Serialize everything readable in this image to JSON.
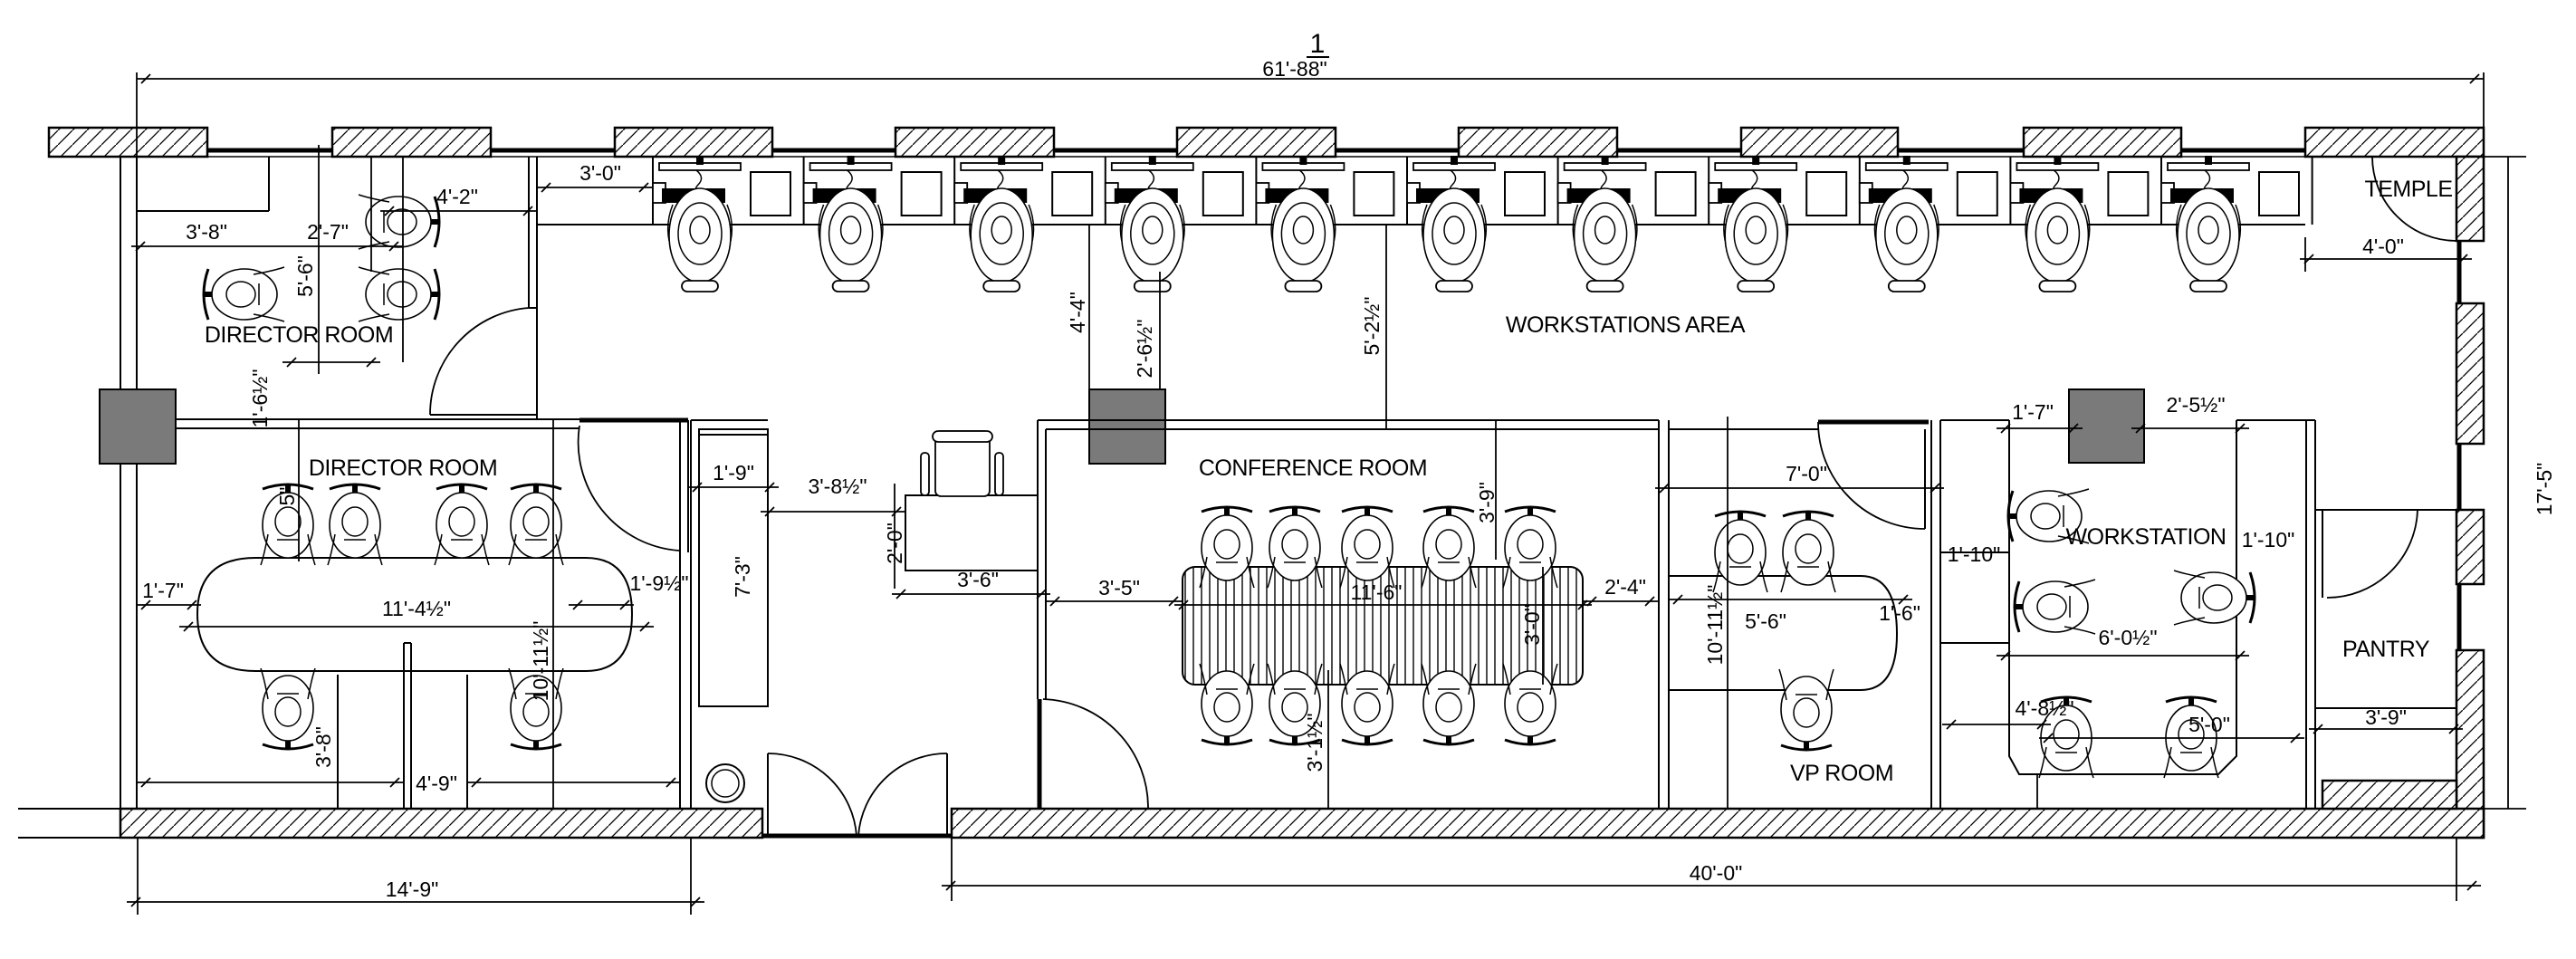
{
  "drawing": {
    "sheet_mark": "1",
    "overall_width": "61'-88\"",
    "overall_depth": "17'-5\"",
    "bottom_left_width": "14'-9\"",
    "bottom_right_width": "40'-0\""
  },
  "rooms": {
    "director_room_upper": "DIRECTOR ROOM",
    "director_room_lower": "DIRECTOR ROOM",
    "conference_room": "CONFERENCE ROOM",
    "workstations_area": "WORKSTATIONS AREA",
    "workstation": "WORKSTATION",
    "vp_room": "VP ROOM",
    "pantry": "PANTRY",
    "temple": "TEMPLE"
  },
  "dimensions": {
    "dir_upper_3_8": "3'-8\"",
    "dir_upper_2_7": "2'-7\"",
    "dir_upper_4_2": "4'-2\"",
    "dir_upper_5_6": "5'-6\"",
    "dir_upper_1_6h": "1'-6½\"",
    "ws_3_0": "3'-0\"",
    "ws_4_4": "4'-4\"",
    "ws_2_6h": "2'-6½\"",
    "ws_5_2h": "5'-2½\"",
    "temple_4_0": "4'-0\"",
    "dir_lower_1_7": "1'-7\"",
    "dir_lower_11_4h": "11'-4½\"",
    "dir_lower_10_11h": "10'-11½\"",
    "dir_lower_1_9h": "1'-9½\"",
    "dir_lower_3_8": "3'-8\"",
    "dir_lower_4_9": "4'-9\"",
    "dir_lower_5": "5\"",
    "cab_1_9": "1'-9\"",
    "cab_7_3": "7'-3\"",
    "recep_3_8h": "3'-8½\"",
    "recep_2_0": "2'-0\"",
    "recep_3_6": "3'-6\"",
    "conf_3_5": "3'-5\"",
    "conf_3_9": "3'-9\"",
    "conf_11_6": "11'-6\"",
    "conf_3_0": "3'-0\"",
    "conf_3_1h": "3'-1½\"",
    "conf_2_4": "2'-4\"",
    "vp_7_0": "7'-0\"",
    "vp_10_11h": "10'-11½\"",
    "vp_5_6": "5'-6\"",
    "vp_1_6": "1'-6\"",
    "wk_1_7": "1'-7\"",
    "wk_2_5h": "2'-5½\"",
    "wk_1_10_left": "1'-10\"",
    "wk_1_10_right": "1'-10\"",
    "wk_6_0h": "6'-0½\"",
    "wk_4_8h": "4'-8½\"",
    "wk_5_0": "5'-0\"",
    "pantry_3_9": "3'-9\""
  },
  "furniture_counts": {
    "workstation_desks": 11,
    "conference_chairs": 10,
    "director_lower_chairs": 6,
    "vp_chairs": 3,
    "workstation_room_chairs": 5
  }
}
